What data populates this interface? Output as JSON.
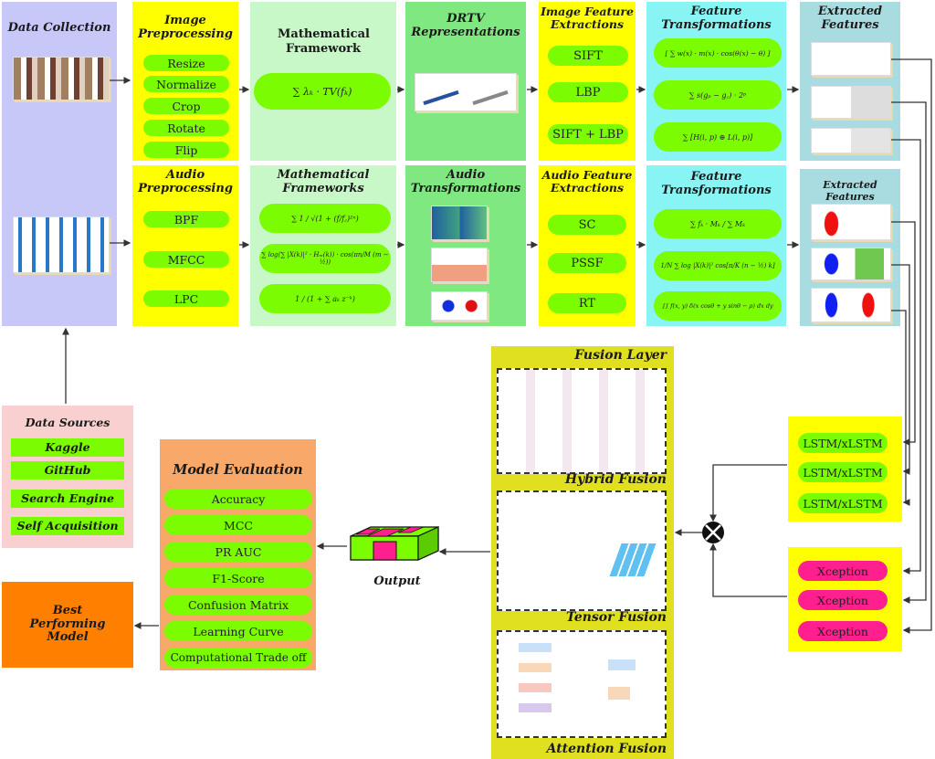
{
  "data_collection": {
    "title": "Data Collection"
  },
  "image_preprocessing": {
    "title": "Image Preprocessing",
    "items": [
      "Resize",
      "Normalize",
      "Crop",
      "Rotate",
      "Flip"
    ]
  },
  "audio_preprocessing": {
    "title": "Audio Preprocessing",
    "items": [
      "BPF",
      "MFCC",
      "LPC"
    ]
  },
  "math_framework": {
    "title": "Mathematical Framework",
    "formula": "∑ λₖ · TV(fₖ)"
  },
  "math_frameworks": {
    "title": "Mathematical Frameworks",
    "formulas": [
      "∑ 1 / √(1 + (f/f꜀)²ⁿ)",
      "∑ log(∑ |X(k)|² · Hₘ(k)) · cos(πn/M (m − ½))",
      "1 / (1 + ∑ aₖ z⁻ᵏ)"
    ]
  },
  "drtv": {
    "title": "DRTV Representations"
  },
  "audio_transformations": {
    "title": "Audio Transformations"
  },
  "image_feature_extractions": {
    "title": "Image Feature Extractions",
    "items": [
      "SIFT",
      "LBP",
      "SIFT + LBP"
    ]
  },
  "audio_feature_extractions": {
    "title": "Audio Feature Extractions",
    "items": [
      "SC",
      "PSSF",
      "RT"
    ]
  },
  "image_feature_transformations": {
    "title": "Feature Transformations",
    "formulas": [
      "[ ∑ w(x) · m(x) · cos(θ(x) − θ) ]",
      "∑ s(gₚ − g꜀) · 2ᵖ",
      "∑ [H(i, p) ⊕ L(i, p)]"
    ]
  },
  "audio_feature_transformations": {
    "title": "Feature Transformations",
    "formulas": [
      "∑ fₖ · Mₖ / ∑ Mₖ",
      "1/N ∑ log |X(k)|² cos[π/K (n − ½) k]",
      "∫∫ f(x, y) δ(x cosθ + y sinθ − ρ) dx dy"
    ]
  },
  "image_extracted_features": {
    "title": "Extracted Features"
  },
  "audio_extracted_features": {
    "title": "Extracted Features"
  },
  "data_sources": {
    "title": "Data Sources",
    "items": [
      "Kaggle",
      "GitHub",
      "Search Engine",
      "Self Acquisition"
    ]
  },
  "model_evaluation": {
    "title": "Model Evaluation",
    "items": [
      "Accuracy",
      "MCC",
      "PR AUC",
      "F1-Score",
      "Confusion Matrix",
      "Learning Curve",
      "Computational Trade off"
    ]
  },
  "best_model": {
    "title": "Best Performing Model"
  },
  "output": {
    "label": "Output"
  },
  "fusion": {
    "layer_title": "Fusion Layer",
    "hybrid": "Hybrid Fusion",
    "tensor": "Tensor Fusion",
    "attention": "Attention Fusion"
  },
  "lstm": {
    "items": [
      "LSTM/xLSTM",
      "LSTM/xLSTM",
      "LSTM/xLSTM"
    ]
  },
  "xception": {
    "items": [
      "Xception",
      "Xception",
      "Xception"
    ]
  },
  "colors": {
    "lavender": "#c8c8f8",
    "yellow": "#ffff00",
    "lightgreen": "#c8f8c8",
    "green": "#80e880",
    "cyan": "#88f4f4",
    "teal": "#a8dce0",
    "pill": "#7cfc00",
    "pink": "#ff1f8e",
    "orange": "#ff8000",
    "peach": "#f8a868",
    "rose": "#f8d0d0",
    "olive": "#e0e020"
  }
}
